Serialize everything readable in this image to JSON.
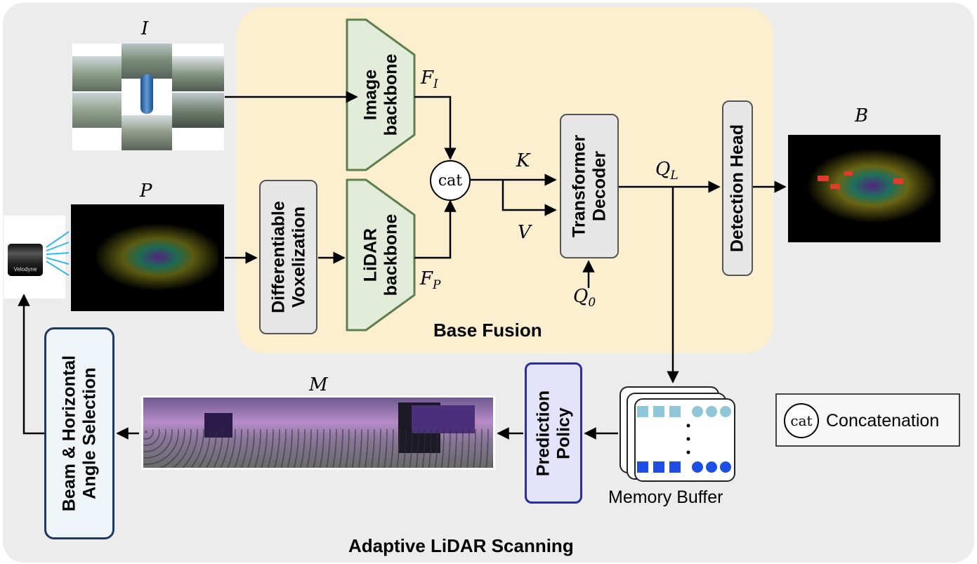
{
  "panels": {
    "base_fusion_title": "Base Fusion",
    "adaptive_title": "Adaptive LiDAR Scanning"
  },
  "symbols": {
    "images": "I",
    "points": "P",
    "boxes": "B",
    "mask": "M",
    "fi_main": "F",
    "fi_sub": "I",
    "fp_main": "F",
    "fp_sub": "P",
    "key": "K",
    "value": "V",
    "ql_main": "Q",
    "ql_sub": "L",
    "q0_main": "Q",
    "q0_sub": "0"
  },
  "blocks": {
    "image_backbone": [
      "Image",
      "backbone"
    ],
    "lidar_backbone": [
      "LiDAR",
      "backbone"
    ],
    "voxelization": [
      "Differentiable",
      "Voxelization"
    ],
    "transformer_decoder": [
      "Transformer",
      "Decoder"
    ],
    "detection_head": "Detection Head",
    "prediction_policy": [
      "Prediction",
      "Policy"
    ],
    "beam_selection": [
      "Beam & Horizontal",
      "Angle Selection"
    ],
    "cat_label": "cat",
    "memory_buffer": "Memory Buffer"
  },
  "legend": {
    "symbol": "cat",
    "text": "Concatenation"
  },
  "sensor_brand": "Velodyne",
  "colors": {
    "backbone_fill": "#e3ecd8",
    "backbone_stroke": "#5f7f4f",
    "fusion_bg": "#fcefcf",
    "outer_bg": "#ececec",
    "memory_light": "#8ec8d8",
    "memory_dark": "#1d4fe6",
    "policy_border": "#2c2c9e",
    "beam_border": "#1e3a5f"
  }
}
